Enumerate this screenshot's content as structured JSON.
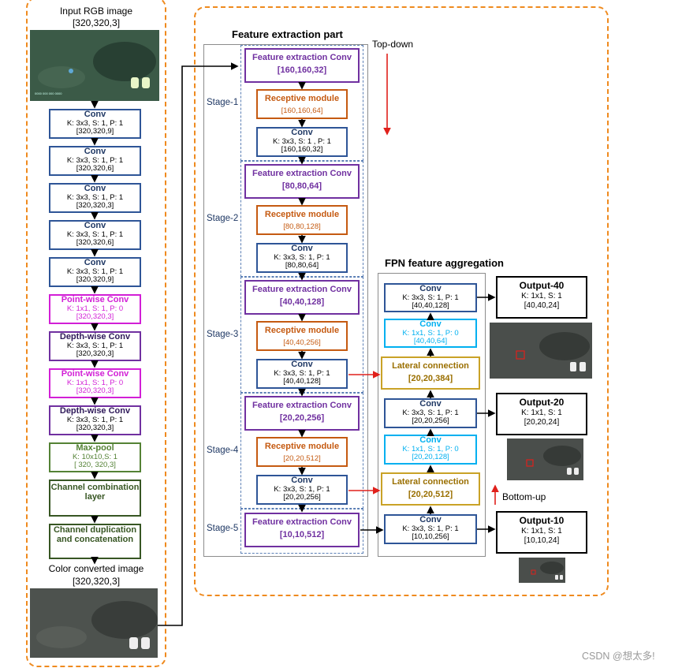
{
  "left_panel": {
    "input_label": "Input RGB image",
    "input_shape": "[320,320,3]",
    "layers": [
      {
        "kind": "conv",
        "title": "Conv",
        "params": "K: 3x3, S: 1, P: 1",
        "shape": "[320,320,9]"
      },
      {
        "kind": "conv",
        "title": "Conv",
        "params": "K: 3x3, S: 1, P: 1",
        "shape": "[320,320,6]"
      },
      {
        "kind": "conv",
        "title": "Conv",
        "params": "K: 3x3, S: 1, P: 1",
        "shape": "[320,320,3]"
      },
      {
        "kind": "conv",
        "title": "Conv",
        "params": "K: 3x3, S: 1, P: 1",
        "shape": "[320,320,6]"
      },
      {
        "kind": "conv",
        "title": "Conv",
        "params": "K: 3x3, S: 1, P: 1",
        "shape": "[320,320,9]"
      },
      {
        "kind": "pw",
        "title": "Point-wise Conv",
        "params": "K: 1x1, S: 1, P: 0",
        "shape": "[320,320,3]"
      },
      {
        "kind": "dw",
        "title": "Depth-wise Conv",
        "params": "K: 3x3, S: 1, P: 1",
        "shape": "[320,320,3]"
      },
      {
        "kind": "pw",
        "title": "Point-wise Conv",
        "params": "K: 1x1, S: 1, P: 0",
        "shape": "[320,320,3]"
      },
      {
        "kind": "dw",
        "title": "Depth-wise Conv",
        "params": "K: 3x3, S: 1, P: 1",
        "shape": "[320,320,3]"
      },
      {
        "kind": "mp",
        "title": "Max-pool",
        "params": "K: 10x10,S: 1",
        "shape": "[ 320, 320,3]"
      }
    ],
    "channel_combination": "Channel combination layer",
    "channel_duplication": "Channel duplication and concatenation",
    "output_label": "Color converted image",
    "output_shape": "[320,320,3]"
  },
  "feature_extraction": {
    "heading": "Feature extraction part",
    "top_down": "Top-down",
    "stages": [
      {
        "label": "Stage-1",
        "fec_title": "Feature extraction Conv",
        "fec_shape": "[160,160,32]",
        "rec_title": "Receptive module",
        "rec_shape": "[160,160,64]",
        "conv_title": "Conv",
        "conv_params": "K: 3x3, S: 1 , P: 1",
        "conv_shape": "[160,160,32]"
      },
      {
        "label": "Stage-2",
        "fec_title": "Feature extraction Conv",
        "fec_shape": "[80,80,64]",
        "rec_title": "Receptive module",
        "rec_shape": "[80,80,128]",
        "conv_title": "Conv",
        "conv_params": "K: 3x3, S: 1, P: 1",
        "conv_shape": "[80,80,64]"
      },
      {
        "label": "Stage-3",
        "fec_title": "Feature extraction Conv",
        "fec_shape": "[40,40,128]",
        "rec_title": "Receptive module",
        "rec_shape": "[40,40,256]",
        "conv_title": "Conv",
        "conv_params": "K: 3x3, S: 1, P: 1",
        "conv_shape": "[40,40,128]"
      },
      {
        "label": "Stage-4",
        "fec_title": "Feature extraction Conv",
        "fec_shape": "[20,20,256]",
        "rec_title": "Receptive module",
        "rec_shape": "[20,20,512]",
        "conv_title": "Conv",
        "conv_params": "K: 3x3, S: 1, P: 1",
        "conv_shape": "[20,20,256]"
      },
      {
        "label": "Stage-5",
        "fec_title": "Feature extraction Conv",
        "fec_shape": "[10,10,512]"
      }
    ]
  },
  "fpn": {
    "heading": "FPN feature aggregation",
    "conv40": {
      "title": "Conv",
      "params": "K: 3x3, S: 1, P: 1",
      "shape": "[40,40,128]"
    },
    "cyan1": {
      "title": "Conv",
      "params": "K: 1x1, S: 1, P: 0",
      "shape": "[40,40,64]"
    },
    "lat1": {
      "title": "Lateral connection",
      "shape": "[20,20,384]"
    },
    "conv20": {
      "title": "Conv",
      "params": "K: 3x3, S: 1, P: 1",
      "shape": "[20,20,256]"
    },
    "cyan2": {
      "title": "Conv",
      "params": "K: 1x1, S: 1, P: 0",
      "shape": "[20,20,128]"
    },
    "lat2": {
      "title": "Lateral connection",
      "shape": "[20,20,512]"
    },
    "conv10": {
      "title": "Conv",
      "params": "K: 3x3, S: 1, P: 1",
      "shape": "[10,10,256]"
    }
  },
  "outputs": [
    {
      "title": "Output-40",
      "params": "K: 1x1, S: 1",
      "shape": "[40,40,24]"
    },
    {
      "title": "Output-20",
      "params": "K: 1x1, S: 1",
      "shape": "[20,20,24]"
    },
    {
      "title": "Output-10",
      "params": "K: 1x1, S: 1",
      "shape": "[10,10,24]"
    }
  ],
  "bottom_up": "Bottom-up",
  "watermark": "CSDN @想太多!",
  "colors": {
    "panel_border": "#ef8a1e",
    "arrow_red": "#e0201b",
    "conv_blue": "#2e5597",
    "purple": "#7030a0",
    "magenta": "#d21fd6",
    "orange": "#c55a11",
    "cyan": "#00b0f0",
    "gold": "#c9a227",
    "green": "#548235"
  }
}
